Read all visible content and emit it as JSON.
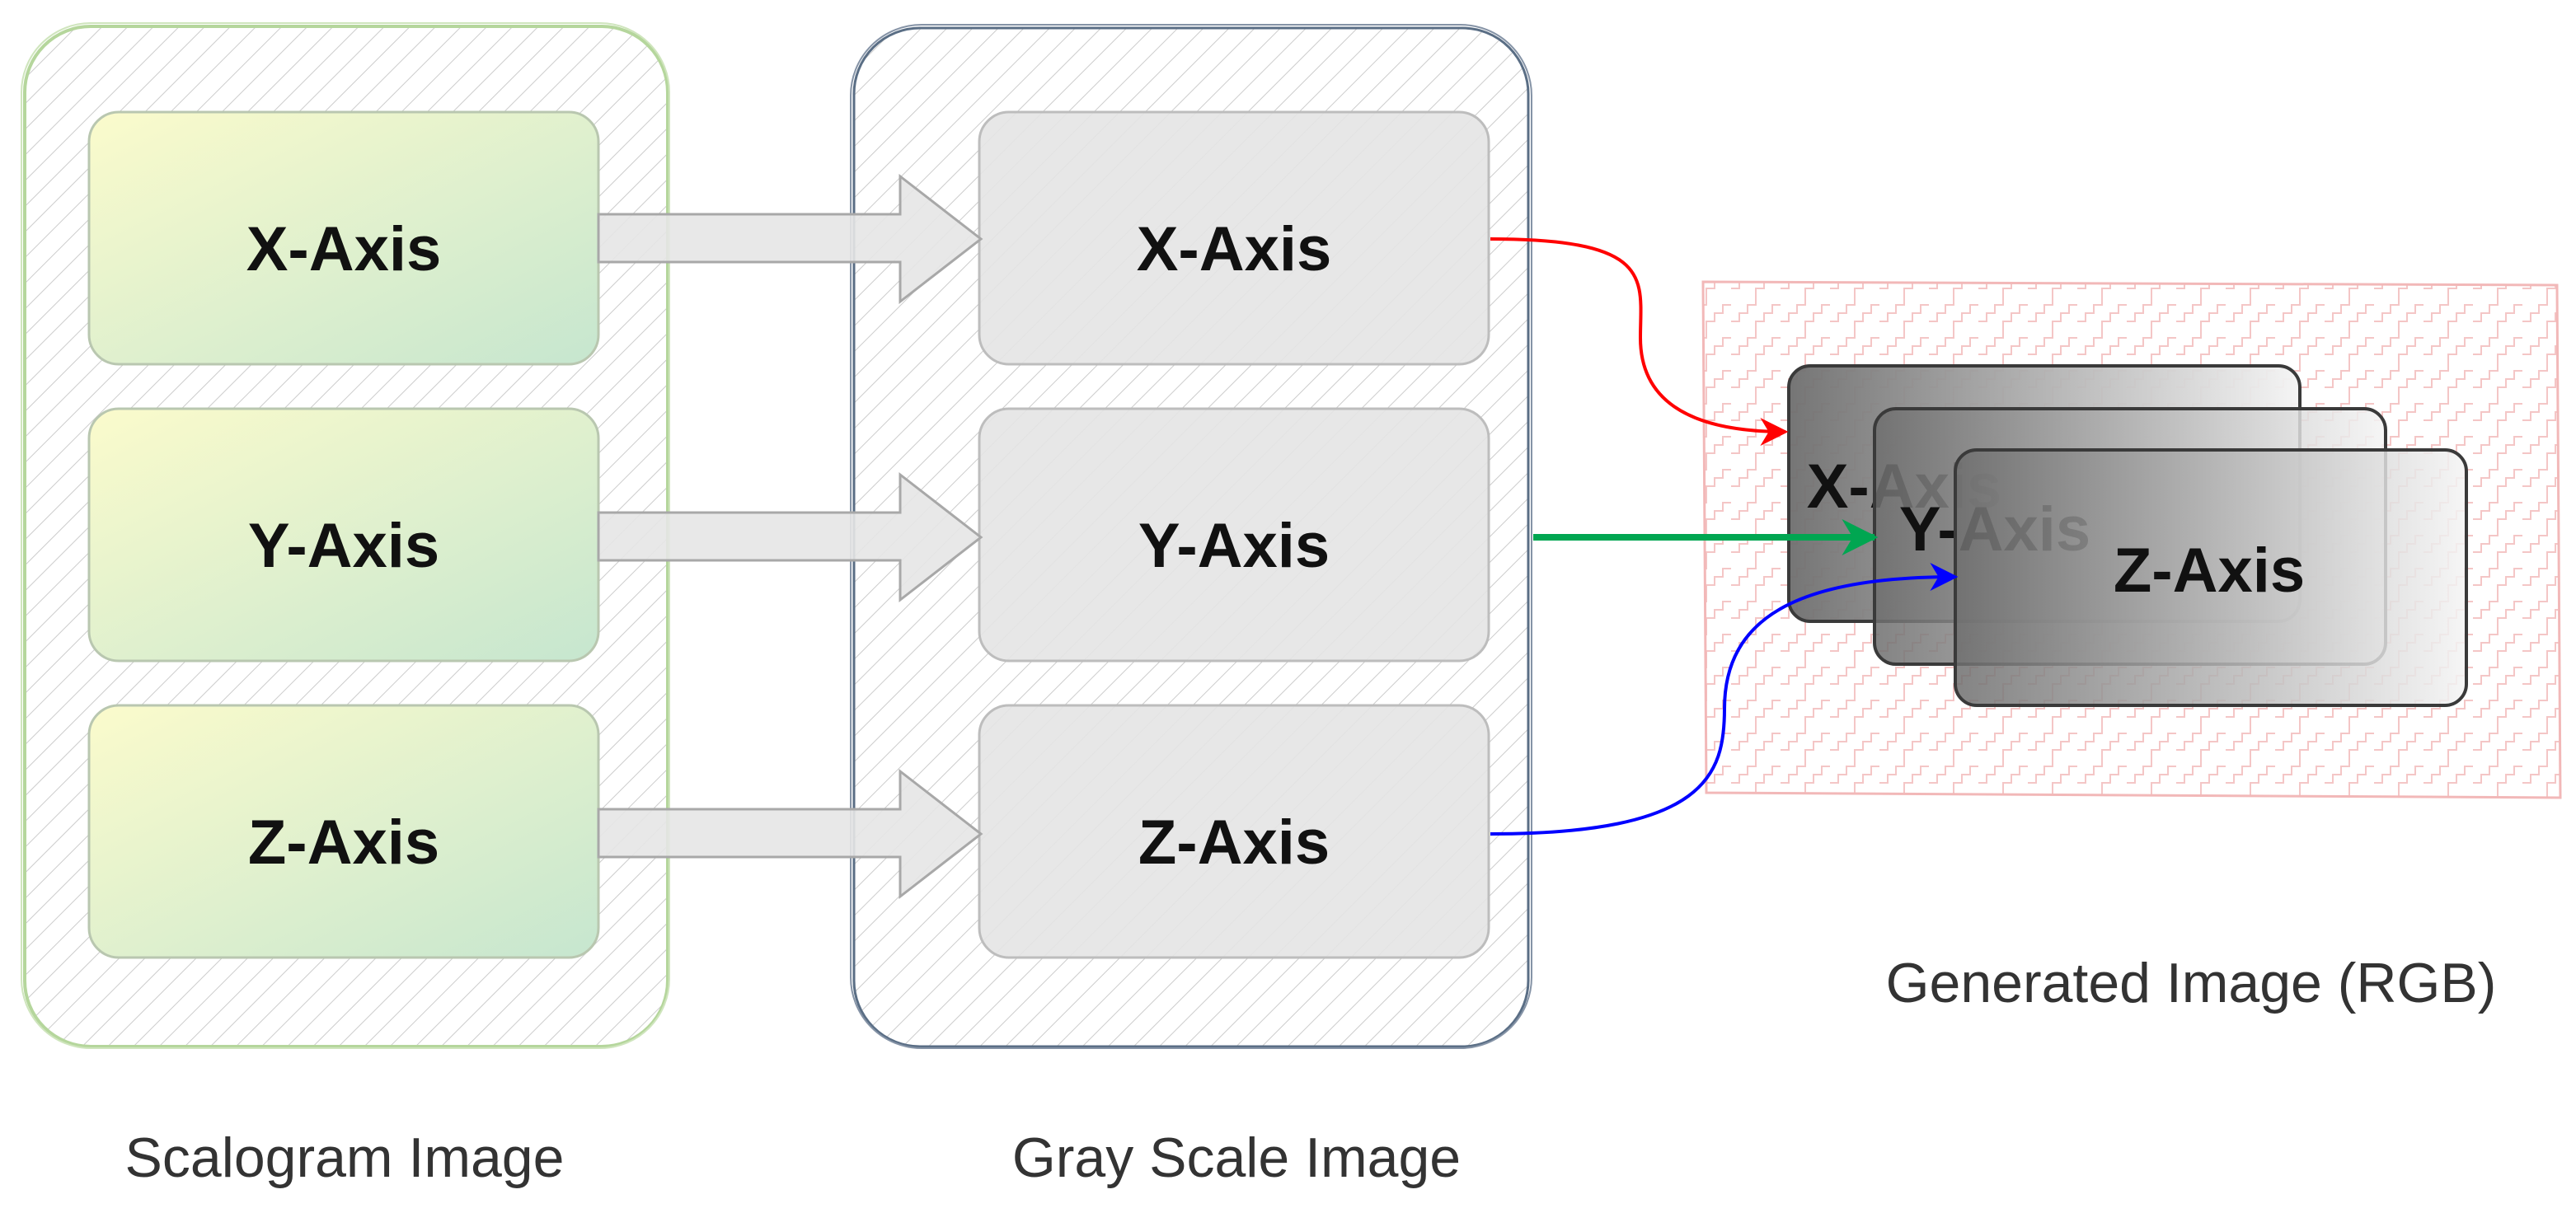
{
  "scalogram": {
    "caption": "Scalogram Image",
    "boxes": [
      {
        "label": "X-Axis"
      },
      {
        "label": "Y-Axis"
      },
      {
        "label": "Z-Axis"
      }
    ]
  },
  "grayscale": {
    "caption": "Gray Scale Image",
    "boxes": [
      {
        "label": "X-Axis"
      },
      {
        "label": "Y-Axis"
      },
      {
        "label": "Z-Axis"
      }
    ]
  },
  "generated": {
    "caption": "Generated Image (RGB)",
    "layers": [
      {
        "label": "X-Axis"
      },
      {
        "label": "Y-Axis"
      },
      {
        "label": "Z-Axis"
      }
    ]
  },
  "colors": {
    "red_channel": "#ff0000",
    "green_channel": "#00a651",
    "blue_channel": "#0000ff",
    "scalogram_border": "#b5d69c",
    "grayscale_border": "#5a6e85",
    "generated_border": "#f2b8b8"
  }
}
